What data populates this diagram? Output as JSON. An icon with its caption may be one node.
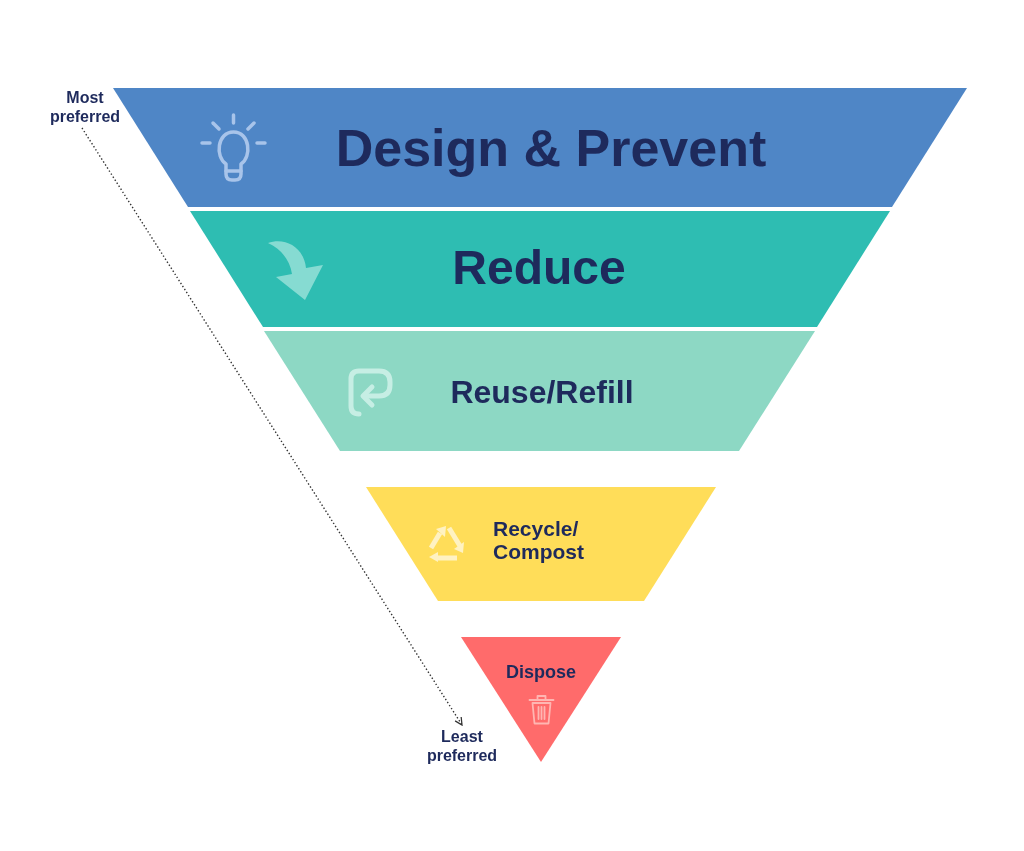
{
  "diagram": {
    "nodes": [
      {
        "text": [
          "Most preferred"
        ]
      },
      {
        "text": [
          "Design & Prevent"
        ]
      },
      {
        "text": [
          "Reduce"
        ]
      },
      {
        "text": [
          "Reuse/Refill"
        ]
      },
      {
        "text": [
          "Recycle/ Compost"
        ]
      },
      {
        "text": [
          "Dispose"
        ]
      },
      {
        "text": [
          "Least preferred"
        ]
      }
    ],
    "edges": [
      {
        "from": 0,
        "to": 6,
        "arrow": "to",
        "style": "dashed"
      }
    ]
  }
}
